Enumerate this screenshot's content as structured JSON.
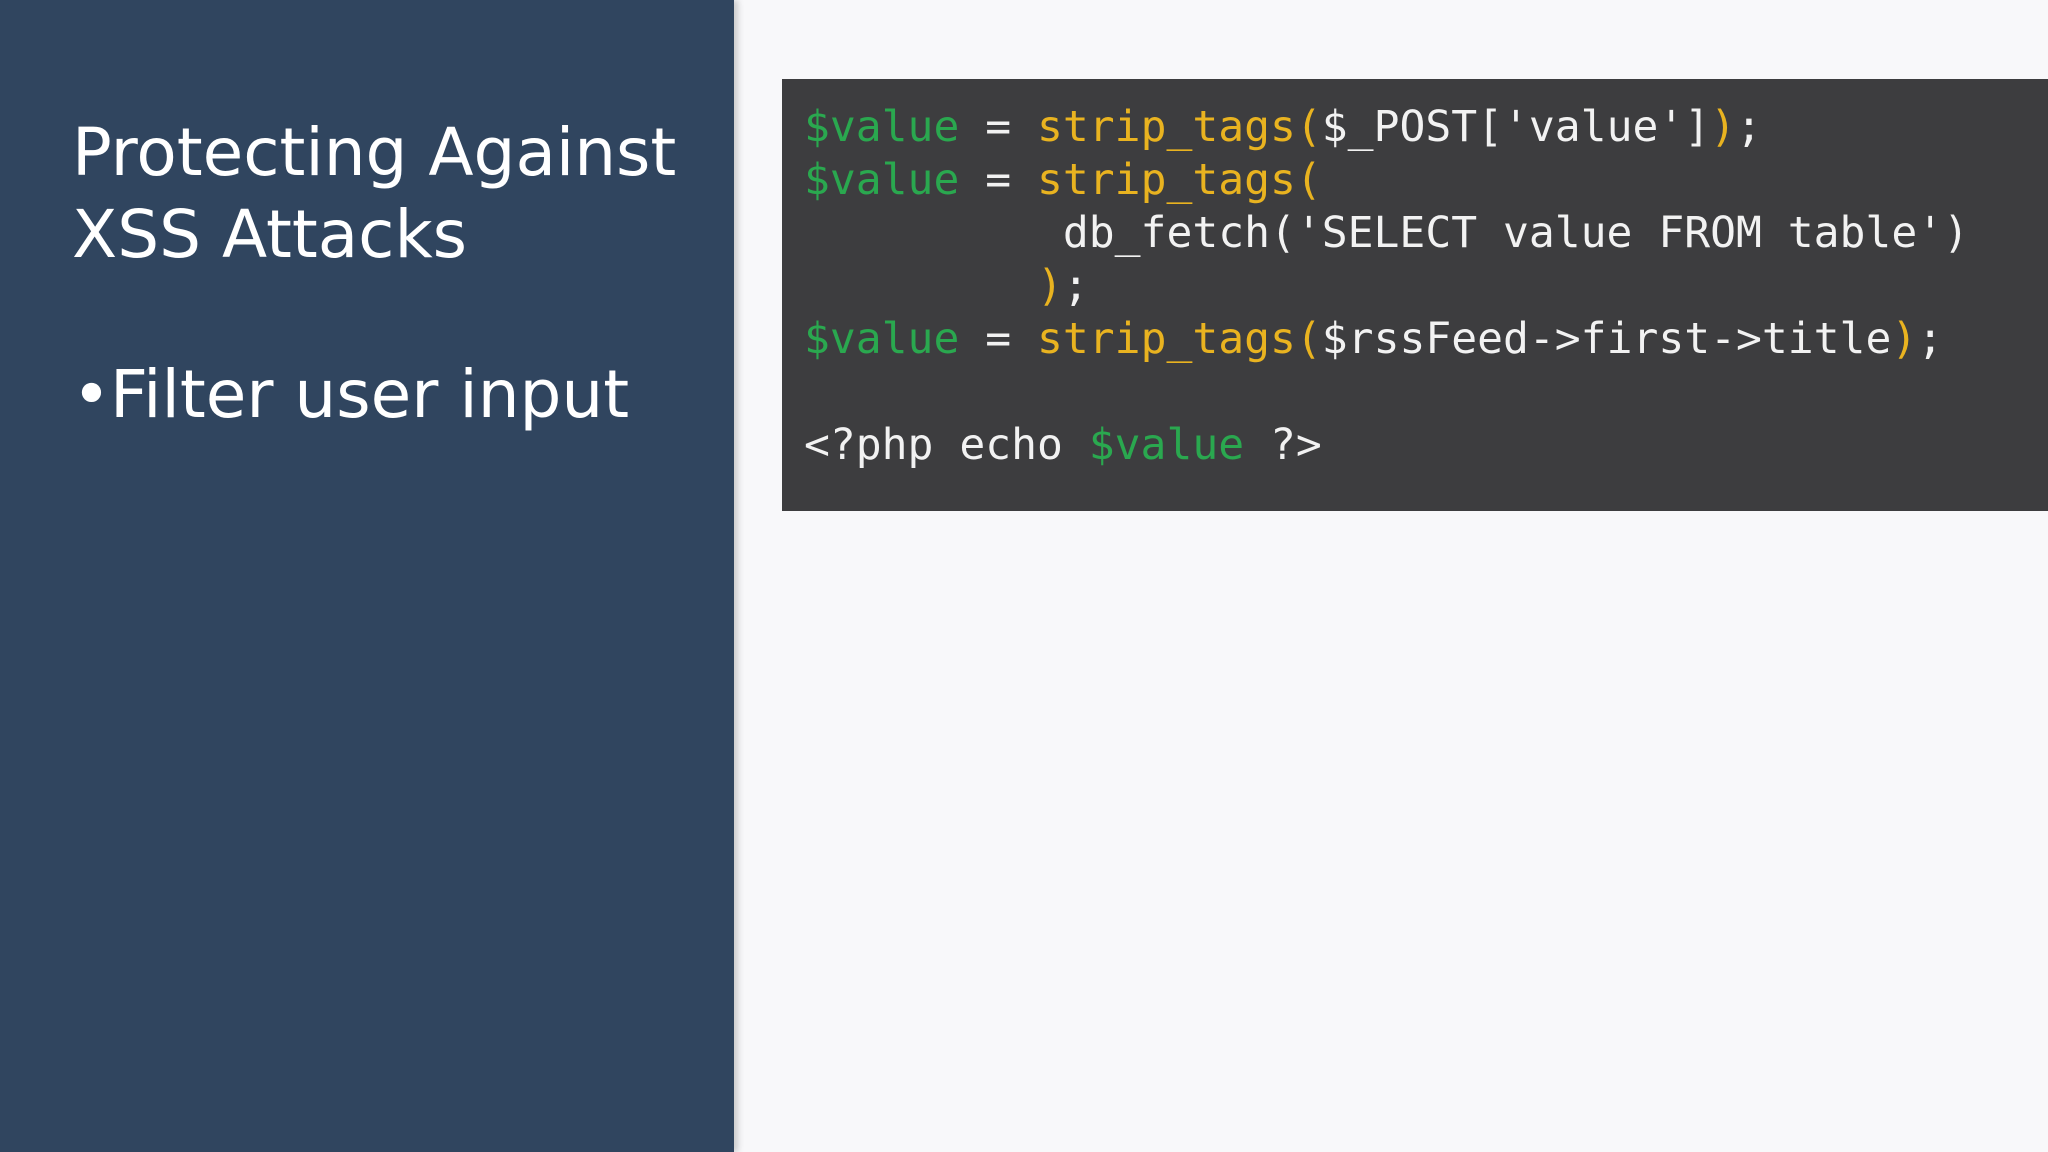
{
  "slide": {
    "title_line1": "Protecting Against",
    "title_line2": "XSS Attacks",
    "bullets": [
      {
        "marker": "•",
        "text": "Filter user input"
      }
    ]
  },
  "code": {
    "colors": {
      "background": "#3d3d3f",
      "variable": "#2aa84f",
      "function": "#e9b320",
      "plain": "#f2f2f2"
    },
    "line1": {
      "var": "$value",
      "op": " = ",
      "fn": "strip_tags(",
      "arg": "$_POST['value']",
      "close": ")",
      "end": ";"
    },
    "line2": {
      "var": "$value",
      "op": " = ",
      "fn": "strip_tags("
    },
    "line3": {
      "indent": "          ",
      "text": "db_fetch('SELECT value FROM table')"
    },
    "line4": {
      "indent": "         ",
      "close": ")",
      "end": ";"
    },
    "line5": {
      "var": "$value",
      "op": " = ",
      "fn": "strip_tags(",
      "arg": "$rssFeed->first->title",
      "close": ")",
      "end": ";"
    },
    "line6": {
      "text": ""
    },
    "line7": {
      "open": "<?php echo ",
      "var": "$value",
      "close": " ?>"
    }
  }
}
